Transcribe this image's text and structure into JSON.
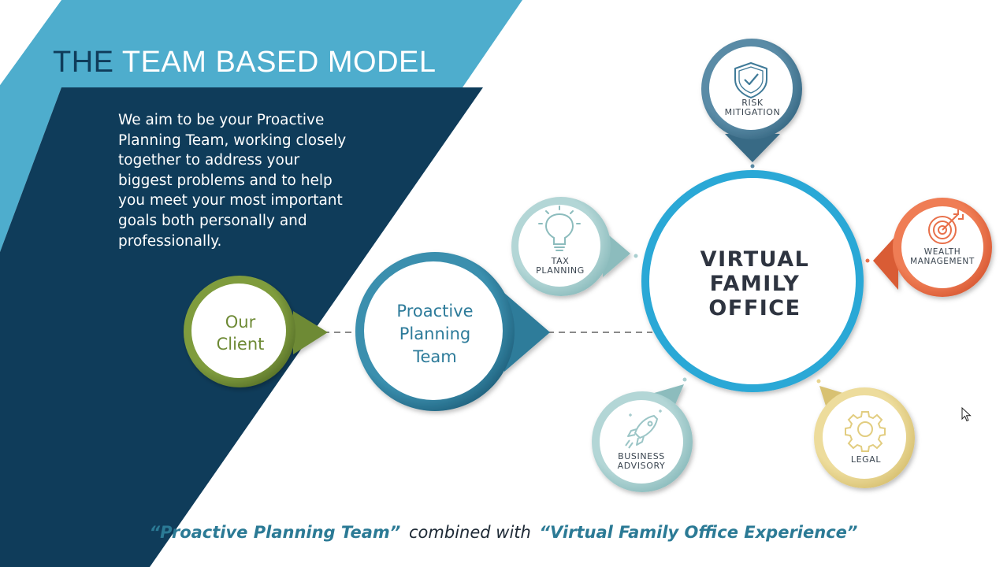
{
  "slide": {
    "title_part1": "THE",
    "title_part2": "TEAM BASED MODEL",
    "intro": "We aim to be your Proactive Planning Team, working closely together to address your biggest problems and to help you meet your most important goals both personally and professionally."
  },
  "diagram": {
    "client": {
      "line1": "Our",
      "line2": "Client"
    },
    "team": {
      "line1": "Proactive",
      "line2": "Planning",
      "line3": "Team"
    },
    "vfo": {
      "line1": "VIRTUAL",
      "line2": "FAMILY",
      "line3": "OFFICE"
    },
    "services": {
      "risk": {
        "line1": "RISK",
        "line2": "MITIGATION",
        "icon": "shield-check-icon"
      },
      "wealth": {
        "line1": "WEALTH",
        "line2": "MANAGEMENT",
        "icon": "target-icon"
      },
      "tax": {
        "line1": "TAX",
        "line2": "PLANNING",
        "icon": "lightbulb-icon"
      },
      "business": {
        "line1": "BUSINESS",
        "line2": "ADVISORY",
        "icon": "rocket-icon"
      },
      "legal": {
        "line1": "LEGAL",
        "icon": "gear-icon"
      }
    }
  },
  "tagline": {
    "part1": "“Proactive Planning Team”",
    "middle": "combined with",
    "part2": "“Virtual Family Office Experience”"
  },
  "colors": {
    "light_blue": "#4eadcd",
    "navy": "#0f3c5a",
    "olive": "#6e8a35",
    "teal": "#2d7b9a",
    "cyan_ring": "#29a8d6",
    "orange": "#e8704a",
    "gold": "#e7d48f",
    "sage": "#a9cfd0"
  }
}
